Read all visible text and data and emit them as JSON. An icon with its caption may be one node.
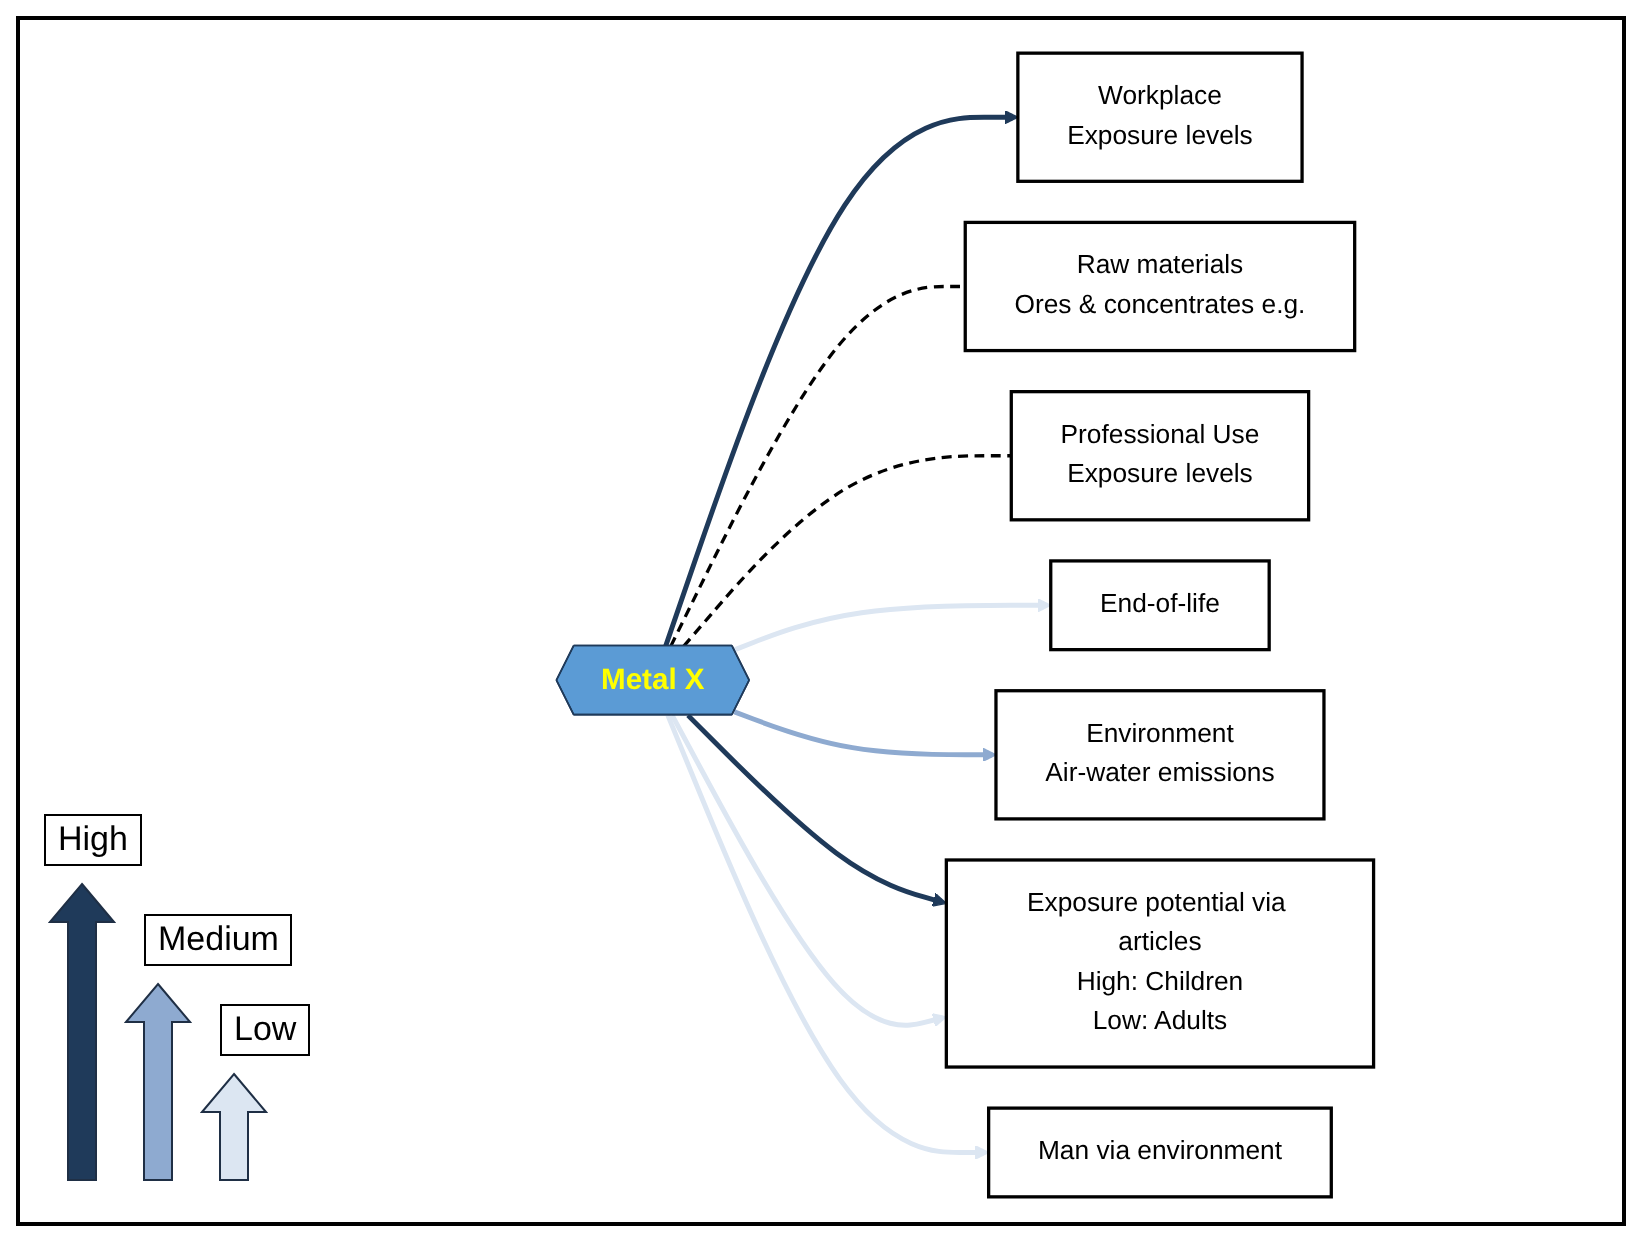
{
  "diagram": {
    "nodes": [
      {
        "text": [
          "Metal X"
        ]
      },
      {
        "text": [
          "Workplace",
          "Exposure levels"
        ]
      },
      {
        "text": [
          "Raw materials",
          "Ores & concentrates e.g."
        ]
      },
      {
        "text": [
          "Professional Use",
          "Exposure levels"
        ]
      },
      {
        "text": [
          "End-of-life"
        ]
      },
      {
        "text": [
          "Environment",
          "Air-water emissions"
        ]
      },
      {
        "text": [
          "Exposure potential via articles",
          "High: Children",
          "Low: Adults"
        ]
      },
      {
        "text": [
          "Man via environment"
        ]
      }
    ],
    "edges": [
      {
        "from": 0,
        "to": 1,
        "arrow": "to",
        "color": "#1f3a5a"
      },
      {
        "from": 0,
        "to": 2,
        "arrow": "none",
        "style": "dashed",
        "color": "#000000"
      },
      {
        "from": 0,
        "to": 3,
        "arrow": "none",
        "style": "dashed",
        "color": "#000000"
      },
      {
        "from": 0,
        "to": 4,
        "arrow": "to",
        "color": "#dce6f2"
      },
      {
        "from": 0,
        "to": 5,
        "arrow": "to",
        "color": "#8eaad0"
      },
      {
        "from": 0,
        "to": 6,
        "arrow": "to",
        "color": "#1f3a5a"
      },
      {
        "from": 0,
        "to": 6,
        "arrow": "to",
        "color": "#dce6f2"
      },
      {
        "from": 0,
        "to": 7,
        "arrow": "to",
        "color": "#dce6f2"
      }
    ],
    "legend": [
      {
        "text": "High"
      },
      {
        "text": "Medium"
      },
      {
        "text": "Low"
      }
    ]
  }
}
